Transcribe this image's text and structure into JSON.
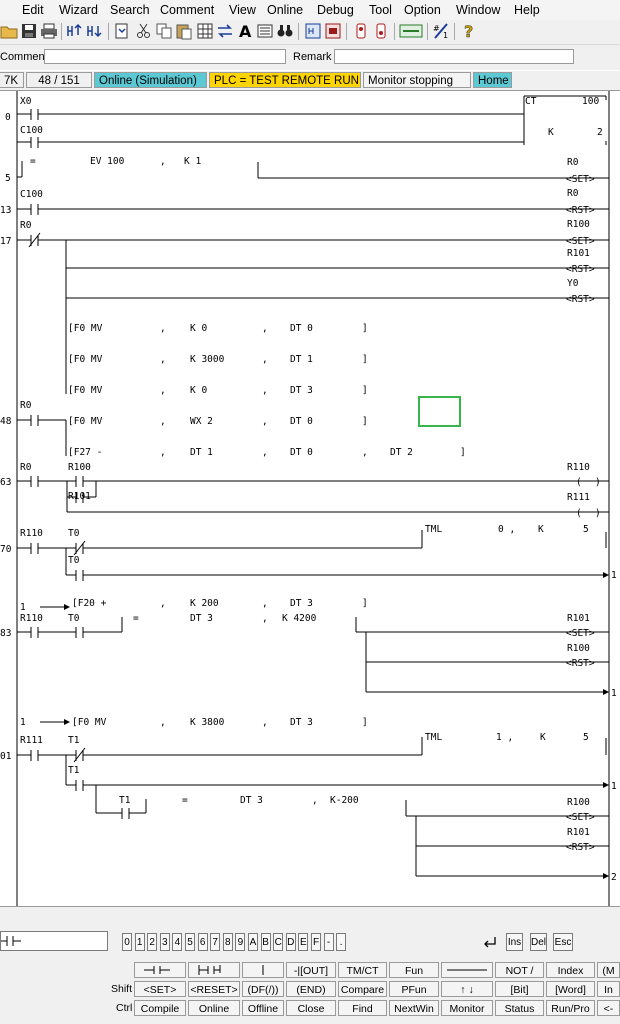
{
  "menu": [
    "Edit",
    "Wizard",
    "Search",
    "Comment",
    "View",
    "Online",
    "Debug",
    "Tool",
    "Option",
    "Window",
    "Help"
  ],
  "comment_row": {
    "comment_label": "Comment",
    "remark_label": "Remark",
    "comment_value": "",
    "remark_value": ""
  },
  "status": {
    "left": "7K",
    "steps": "48 /  151",
    "online": "Online (Simulation)",
    "plc": "PLC =  TEST REMOTE RUN",
    "monitor": "Monitor stopping",
    "home": "Home"
  },
  "status_colors": {
    "online": "#5bc8d3",
    "plc": "#ffd400",
    "home": "#5bc8d3"
  },
  "ladder": {
    "row_numbers": [
      "0",
      "5",
      "13",
      "17",
      "48",
      "63",
      "70",
      "83",
      "01"
    ],
    "labels": {
      "x0": "X0",
      "c100a": "C100",
      "ct": "CT",
      "ct_val": "100",
      "k": "K",
      "k_val": "2",
      "ev_eq": "=",
      "ev_text": "EV 100",
      "ev_comma": ",",
      "ev_k": "K 1",
      "r0a": "R0",
      "set": "<SET>",
      "c100b": "C100",
      "r0b": "R0",
      "rst": "<RST>",
      "r0c": "R0",
      "r100a": "R100",
      "r101a": "R101",
      "y0": "Y0",
      "f0_1": "[F0 MV",
      "c1": ",",
      "k0_1": "K 0",
      "c2": ",",
      "dt0_1": "DT 0",
      "b1": "]",
      "f0_2": "[F0 MV",
      "c3": ",",
      "k3000": "K 3000",
      "c4": ",",
      "dt1_1": "DT 1",
      "b2": "]",
      "f0_3": "[F0 MV",
      "c5": ",",
      "k0_2": "K 0",
      "c6": ",",
      "dt3_1": "DT 3",
      "b3": "]",
      "r0d": "R0",
      "f0_4": "[F0 MV",
      "c7": ",",
      "wx2": "WX 2",
      "c8": ",",
      "dt0_2": "DT 0",
      "b4": "]",
      "f27": "[F27 -",
      "c9": ",",
      "dt1_2": "DT 1",
      "c10": ",",
      "dt0_3": "DT 0",
      "c11": ",",
      "dt2": "DT 2",
      "b5": "]",
      "r0e": "R0",
      "r100b": "R100",
      "r101b": "R101",
      "r110a": "R110",
      "r111a": "R111",
      "coil_open": "(",
      "coil_close": ")",
      "r110b": "R110",
      "t0a": "T0",
      "t0b": "T0",
      "tml1": "TML",
      "tml1_n": "0 ,",
      "tml1_k": "K",
      "tml1_v": "5",
      "arrow1": "1",
      "f20_pre": "1",
      "f20": "[F20 +",
      "c12": ",",
      "k200": "K 200",
      "c13": ",",
      "dt3_2": "DT 3",
      "b6": "]",
      "r110c": "R110",
      "t0c": "T0",
      "eq2": "=",
      "dt3_3": "DT 3",
      "c14": ",",
      "k4200": "K 4200",
      "r101c": "R101",
      "r100c": "R100",
      "arrow2": "1",
      "f0_5_pre": "1",
      "f0_5": "[F0 MV",
      "c15": ",",
      "k3800": "K 3800",
      "c16": ",",
      "dt3_4": "DT 3",
      "b7": "]",
      "r111b": "R111",
      "t1a": "T1",
      "t1b": "T1",
      "tml2": "TML",
      "tml2_n": "1 ,",
      "tml2_k": "K",
      "tml2_v": "5",
      "arrow3": "1",
      "t1c": "T1",
      "eq3": "=",
      "dt3_5": "DT 3",
      "c17": ",",
      "km200": "K-200",
      "r100d": "R100",
      "r101d": "R101",
      "arrow4": "2"
    }
  },
  "keypad": {
    "keys": [
      "0",
      "1",
      "2",
      "3",
      "4",
      "5",
      "6",
      "7",
      "8",
      "9",
      "A",
      "B",
      "C",
      "D",
      "E",
      "F",
      "-",
      "."
    ],
    "ins": "Ins",
    "del": "Del",
    "esc": "Esc"
  },
  "fkeys": {
    "row1": [
      "-|[OUT]",
      "TM/CT",
      "Fun",
      "NOT /",
      "Index",
      "(M"
    ],
    "row2_label": "Shift",
    "row2": [
      "<SET>",
      "<RESET>",
      "(DF(/))",
      "(END)",
      "Compare",
      "PFun",
      "↑ ↓",
      "[Bit]",
      "[Word]",
      "In"
    ],
    "row3_label": "Ctrl",
    "row3": [
      "Compile",
      "Online",
      "Offline",
      "Close",
      "Find",
      "NextWin",
      "Monitor",
      "Status",
      "Run/Pro",
      "<-"
    ]
  }
}
